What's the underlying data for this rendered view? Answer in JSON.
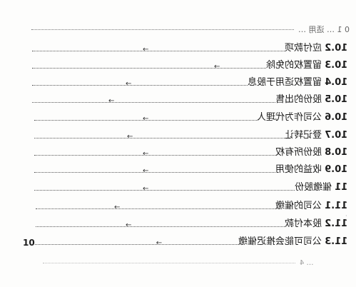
{
  "header": {
    "text": "0 1 … 适用 …"
  },
  "entries": [
    {
      "num": "10.2",
      "title": "应付款项",
      "page": ""
    },
    {
      "num": "10.3",
      "title": "留置权的免除",
      "page": ""
    },
    {
      "num": "10.4",
      "title": "留置权适用于股息",
      "page": ""
    },
    {
      "num": "10.5",
      "title": "股份的出售",
      "page": ""
    },
    {
      "num": "10.6",
      "title": "公司作为代理人",
      "page": ""
    },
    {
      "num": "10.7",
      "title": "登记转让",
      "page": ""
    },
    {
      "num": "10.8",
      "title": "股份所有权",
      "page": ""
    },
    {
      "num": "10.9",
      "title": "收益的使用",
      "page": ""
    },
    {
      "num": "11",
      "title": "催缴股份",
      "page": ""
    },
    {
      "num": "11.1",
      "title": "公司的催缴",
      "page": ""
    },
    {
      "num": "11.2",
      "title": "股本付款",
      "page": ""
    },
    {
      "num": "11.3",
      "title": "公司可能会推迟催缴",
      "page": "10"
    }
  ],
  "footer": {
    "text": "… 4"
  }
}
